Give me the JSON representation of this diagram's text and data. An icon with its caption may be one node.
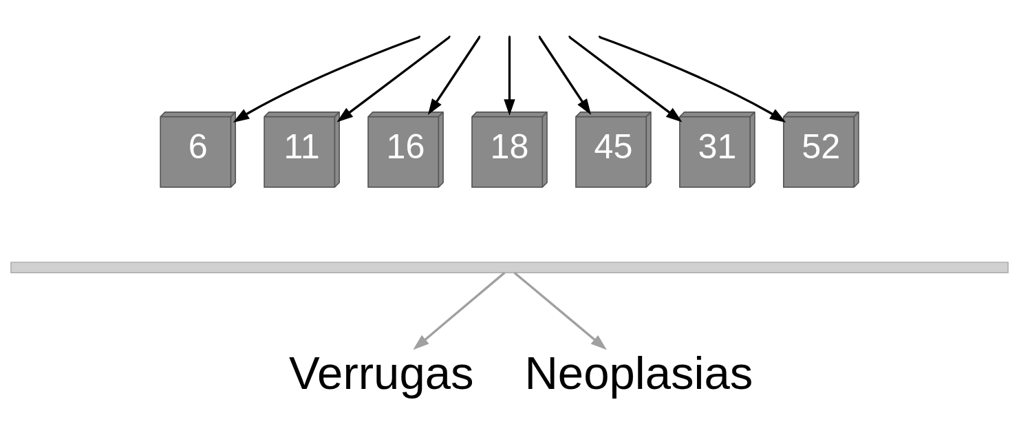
{
  "diagram": {
    "nodes": [
      {
        "text": [
          "6"
        ]
      },
      {
        "text": [
          "11"
        ]
      },
      {
        "text": [
          "16"
        ]
      },
      {
        "text": [
          "18"
        ]
      },
      {
        "text": [
          "45"
        ]
      },
      {
        "text": [
          "31"
        ]
      },
      {
        "text": [
          "52"
        ]
      },
      {
        "text": [],
        "shape": "bar"
      },
      {
        "text": [
          "Verrugas"
        ]
      },
      {
        "text": [
          "Neoplasias"
        ]
      }
    ],
    "edges": [
      {
        "from": null,
        "to": 0,
        "arrow": "to"
      },
      {
        "from": null,
        "to": 1,
        "arrow": "to"
      },
      {
        "from": null,
        "to": 2,
        "arrow": "to"
      },
      {
        "from": null,
        "to": 3,
        "arrow": "to"
      },
      {
        "from": null,
        "to": 4,
        "arrow": "to"
      },
      {
        "from": null,
        "to": 5,
        "arrow": "to"
      },
      {
        "from": null,
        "to": 6,
        "arrow": "to"
      },
      {
        "from": 7,
        "to": 8,
        "arrow": "to",
        "color": "#a0a0a0"
      },
      {
        "from": 7,
        "to": 9,
        "arrow": "to",
        "color": "#a0a0a0"
      }
    ]
  }
}
